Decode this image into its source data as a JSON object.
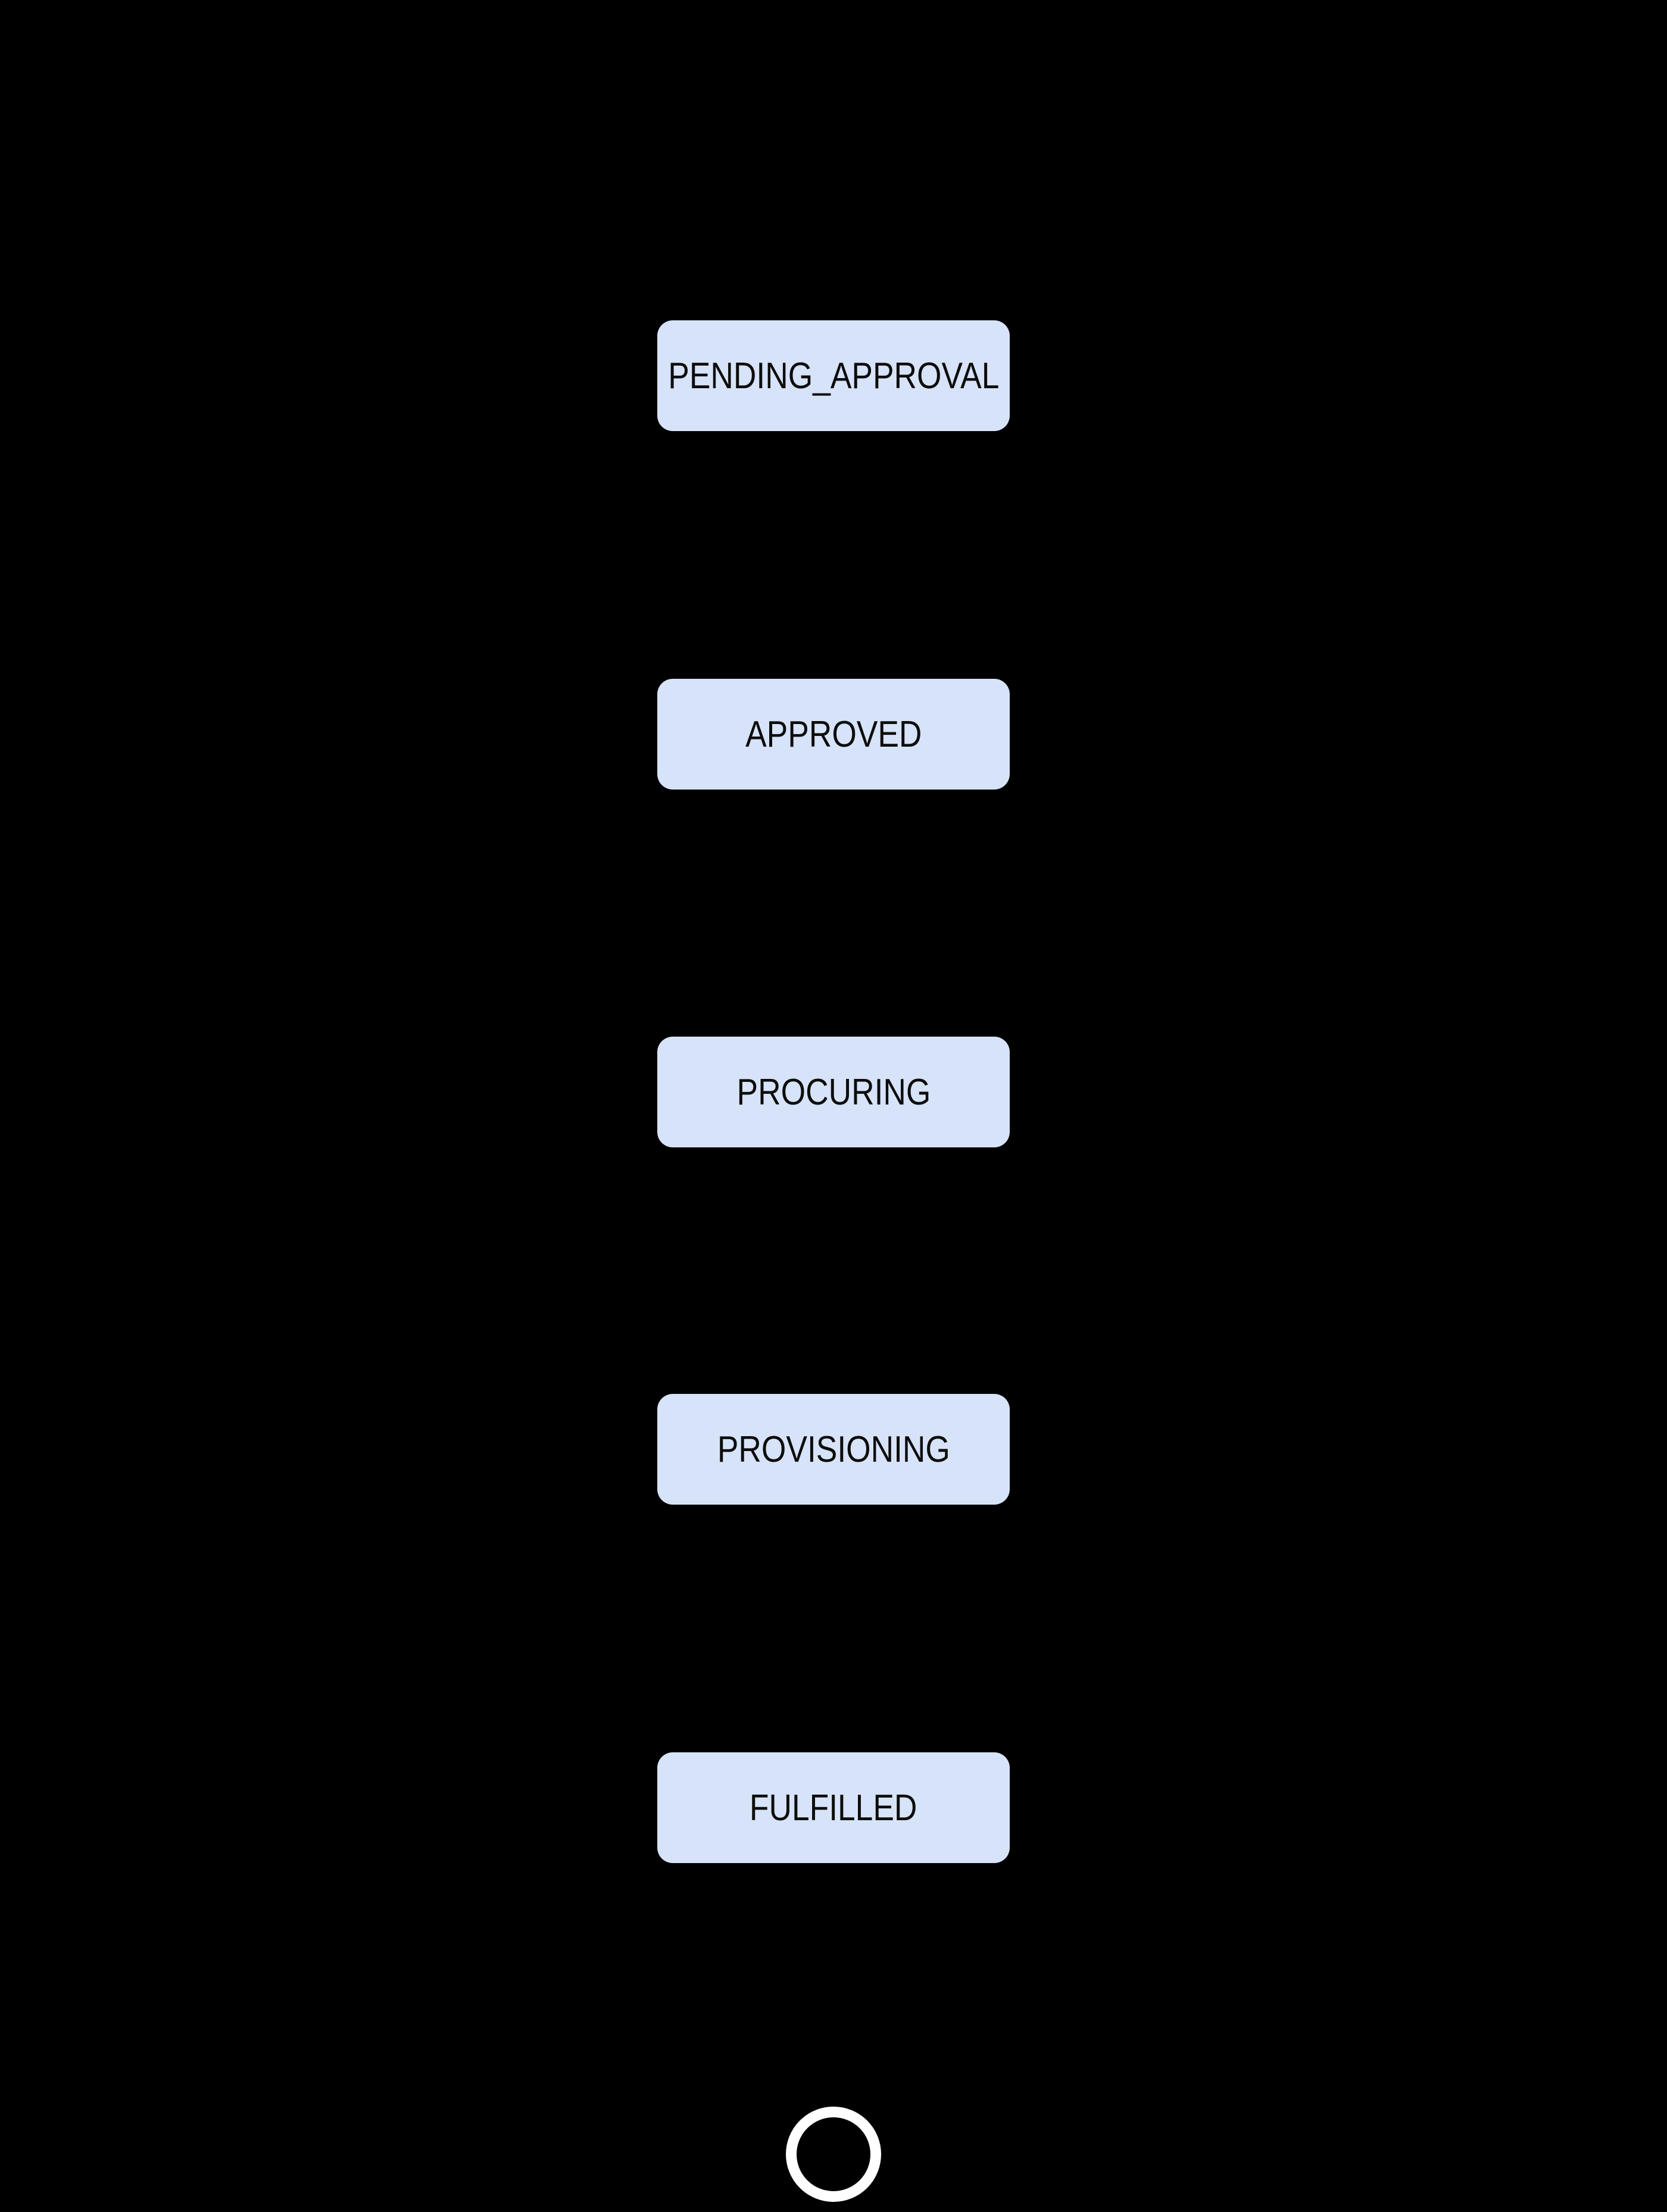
{
  "diagram": {
    "colors": {
      "background": "#000000",
      "node_fill": "#d7e3f8",
      "node_text": "#0d0d0d",
      "final_ring": "#ffffff"
    },
    "states": [
      {
        "label": "PENDING_APPROVAL"
      },
      {
        "label": "APPROVED"
      },
      {
        "label": "PROCURING"
      },
      {
        "label": "PROVISIONING"
      },
      {
        "label": "FULFILLED"
      }
    ],
    "final_state": {
      "label": ""
    }
  }
}
